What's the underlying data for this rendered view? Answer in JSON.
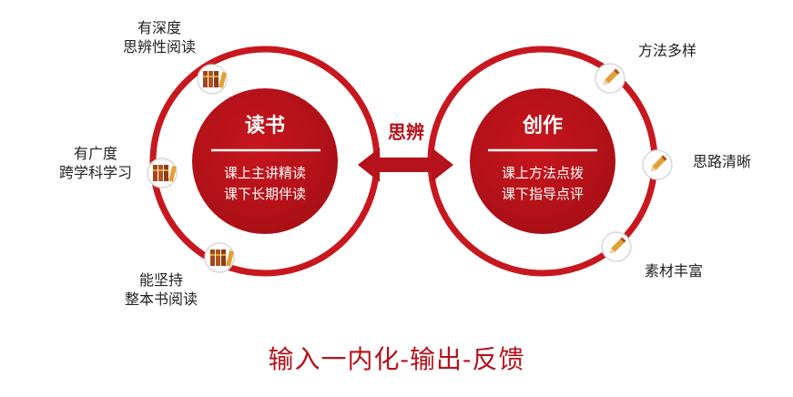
{
  "left": {
    "title": "读书",
    "lines": [
      "课上主讲精读",
      "课下长期伴读"
    ],
    "labels": [
      {
        "lines": [
          "有深度",
          "思辨性阅读"
        ],
        "icon": "books-icon"
      },
      {
        "lines": [
          "有广度",
          "跨学科学习"
        ],
        "icon": "books-icon"
      },
      {
        "lines": [
          "能坚持",
          "整本书阅读"
        ],
        "icon": "books-icon"
      }
    ]
  },
  "right": {
    "title": "创作",
    "lines": [
      "课上方法点拨",
      "课下指导点评"
    ],
    "labels": [
      {
        "lines": [
          "方法多样"
        ],
        "icon": "pencil-icon"
      },
      {
        "lines": [
          "思路清晰"
        ],
        "icon": "pencil-icon"
      },
      {
        "lines": [
          "素材丰富"
        ],
        "icon": "pencil-icon"
      }
    ]
  },
  "connector": {
    "label": "思辨"
  },
  "footer": {
    "text": "输入一内化-输出-反馈"
  },
  "colors": {
    "red": "#b5121b",
    "ring": "#c8181f",
    "icon_brown": "#b4531f",
    "icon_gold": "#e2a035"
  }
}
